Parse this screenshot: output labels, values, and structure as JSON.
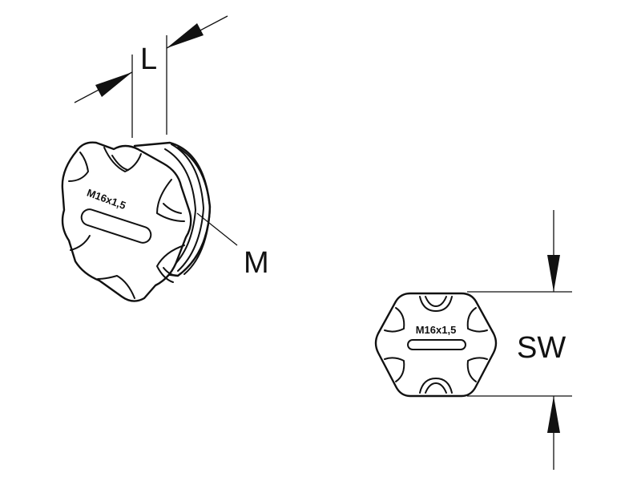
{
  "labels": {
    "length": "L",
    "thread": "M",
    "wrench_size": "SW"
  },
  "part": {
    "marking_iso": "M16x1,5",
    "marking_front": "M16x1,5"
  },
  "colors": {
    "line": "#111111",
    "background": "#ffffff"
  }
}
